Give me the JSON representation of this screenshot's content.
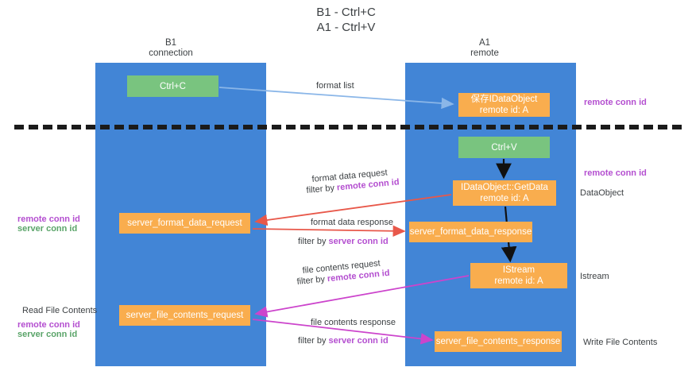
{
  "title": "B1 - Ctrl+C\nA1 - Ctrl+V",
  "columns": {
    "left": {
      "header": "B1\nconnection"
    },
    "right": {
      "header": "A1\nremote"
    }
  },
  "nodes": {
    "ctrl_c": "Ctrl+C",
    "save_data_object": "保存IDataObject\nremote id: A",
    "ctrl_v": "Ctrl+V",
    "get_data": "IDataObject::GetData\nremote id: A",
    "server_format_data_request": "server_format_data_request",
    "server_format_data_response": "server_format_data_response",
    "istream": "IStream\nremote id: A",
    "server_file_contents_request": "server_file_contents_request",
    "server_file_contents_response": "server_file_contents_response"
  },
  "edges": {
    "format_list": "format list",
    "format_data_request": "format data request",
    "format_data_request_filter_prefix": "filter by ",
    "format_data_request_filter_key": "remote conn id",
    "format_data_response": "format data response",
    "format_data_response_filter_prefix": "filter by ",
    "format_data_response_filter_key": "server conn id",
    "file_contents_request": "file contents request",
    "file_contents_request_filter_prefix": "filter by ",
    "file_contents_request_filter_key": "remote conn id",
    "file_contents_response": "file contents response",
    "file_contents_response_filter_prefix": "filter by ",
    "file_contents_response_filter_key": "server conn id"
  },
  "annotations": {
    "right_remote_conn_id_top": "remote conn id",
    "right_remote_conn_id_mid": "remote conn id",
    "right_data_object": "DataObject",
    "right_istream": "Istream",
    "right_write_file_contents": "Write File Contents",
    "left_remote_conn_id_mid": "remote conn id",
    "left_server_conn_id_mid": "server conn id",
    "left_read_file_contents": "Read File Contents",
    "left_remote_conn_id_bottom": "remote conn id",
    "left_server_conn_id_bottom": "server conn id"
  },
  "colors": {
    "lane": "#4285d6",
    "green_node": "#79c47f",
    "orange_node": "#f9ad4e",
    "purple_key": "#b44fd0",
    "green_key": "#5aa469",
    "arrow_blue": "#8ab6e8",
    "arrow_red": "#e8584a",
    "arrow_magenta": "#cc44cc",
    "arrow_black": "#111111",
    "divider": "#1b1b1b",
    "text": "#3c4043",
    "background": "#ffffff"
  }
}
